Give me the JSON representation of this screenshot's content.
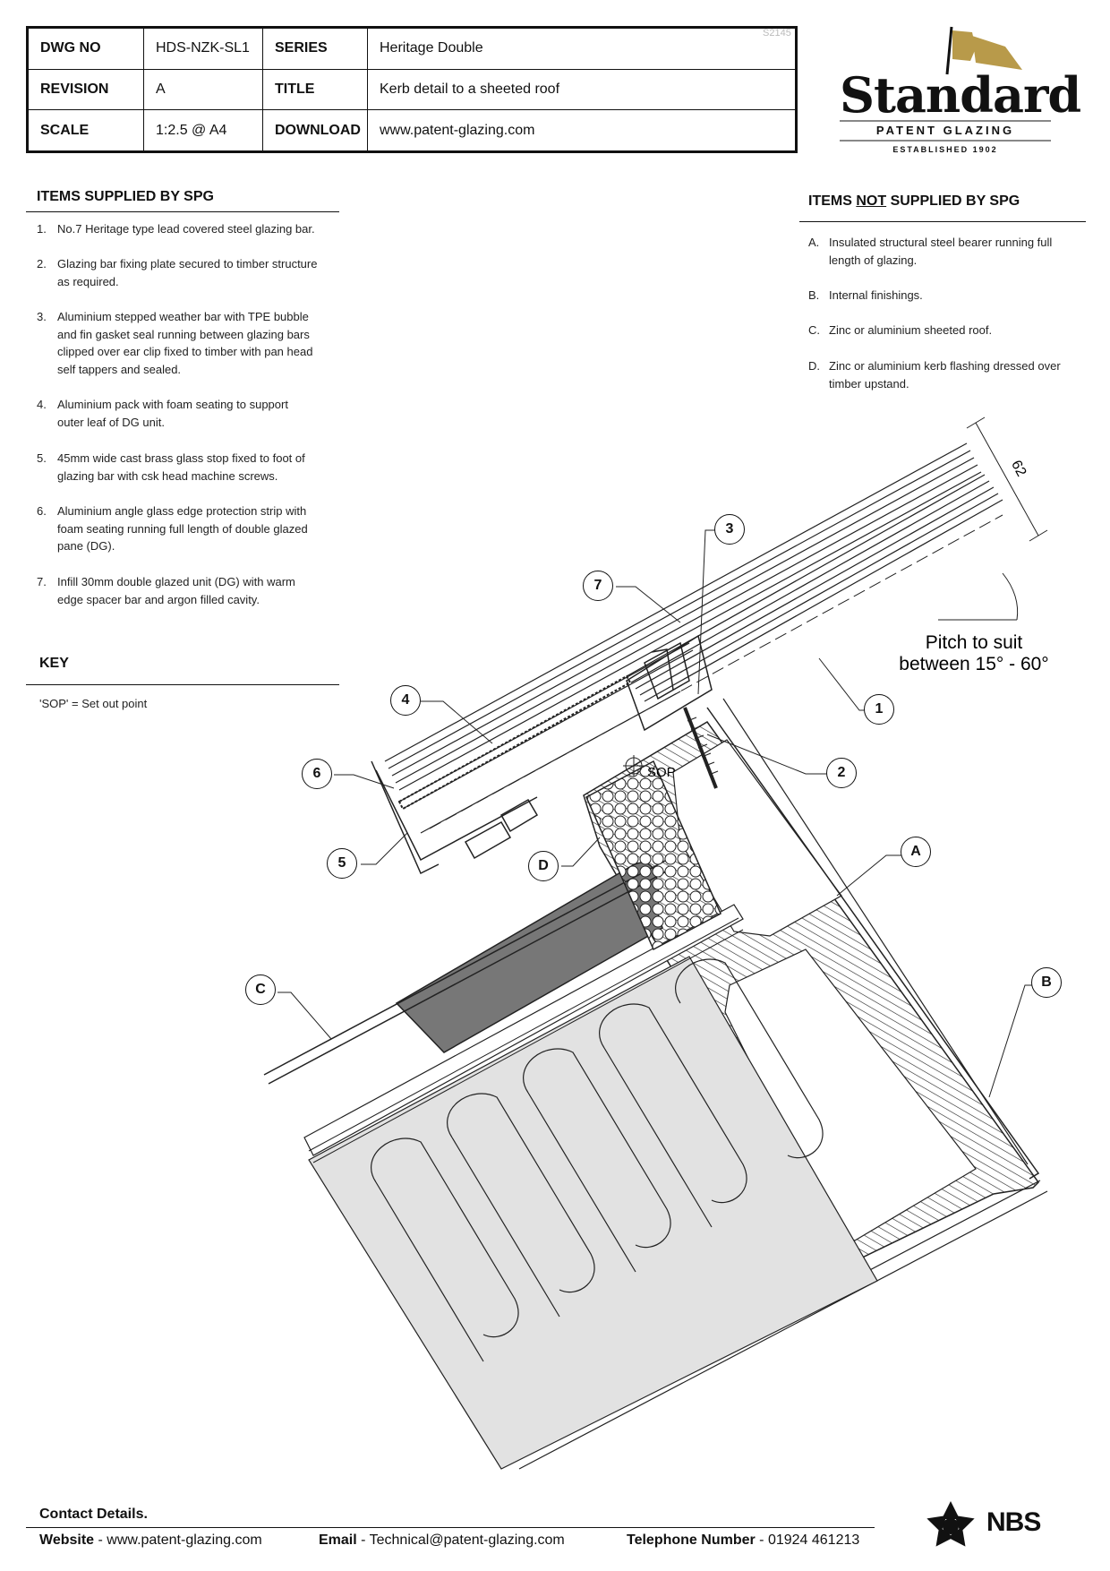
{
  "title_block": {
    "ref_code": "S2145",
    "rows": [
      {
        "label1": "DWG NO",
        "value1": "HDS-NZK-SL1",
        "label2": "SERIES",
        "value2": "Heritage Double"
      },
      {
        "label1": "REVISION",
        "value1": "A",
        "label2": "TITLE",
        "value2": "Kerb detail to a sheeted roof"
      },
      {
        "label1": "SCALE",
        "value1": "1:2.5 @ A4",
        "label2": "DOWNLOAD",
        "value2": "www.patent-glazing.com"
      }
    ]
  },
  "logo": {
    "word": "Standard",
    "subtitle": "PATENT GLAZING",
    "established": "ESTABLISHED 1902",
    "accent_color": "#b89a4a"
  },
  "supplied": {
    "heading": "ITEMS SUPPLIED BY SPG",
    "items": [
      {
        "num": "1.",
        "lines": [
          "No.7 Heritage type lead covered steel glazing bar."
        ]
      },
      {
        "num": "2.",
        "lines": [
          "Glazing bar fixing plate secured to timber structure",
          "as required."
        ]
      },
      {
        "num": "3.",
        "lines": [
          "Aluminium stepped weather bar with TPE bubble",
          "and fin gasket seal running between glazing bars",
          "clipped over ear clip fixed to timber with pan head",
          "self tappers and sealed."
        ]
      },
      {
        "num": "4.",
        "lines": [
          "Aluminium pack with foam seating to support",
          "outer leaf of DG unit."
        ]
      },
      {
        "num": "5.",
        "lines": [
          "45mm wide cast brass glass stop fixed to foot of",
          "glazing bar with csk head machine screws."
        ]
      },
      {
        "num": "6.",
        "lines": [
          "Aluminium angle glass edge protection strip with",
          "foam seating running full length of double glazed",
          "pane (DG)."
        ]
      },
      {
        "num": "7.",
        "lines": [
          "Infill 30mm double glazed unit (DG) with warm",
          "edge spacer bar and argon filled cavity."
        ]
      }
    ]
  },
  "not_supplied": {
    "heading_pre": "ITEMS ",
    "heading_not": "NOT",
    "heading_post": " SUPPLIED BY SPG",
    "items": [
      {
        "num": "A.",
        "lines": [
          "Insulated structural steel bearer running full",
          "length of glazing."
        ]
      },
      {
        "num": "B.",
        "lines": [
          "Internal finishings."
        ]
      },
      {
        "num": "C.",
        "lines": [
          "Zinc or aluminium sheeted roof."
        ]
      },
      {
        "num": "D.",
        "lines": [
          "Zinc or aluminium kerb flashing dressed over",
          "timber upstand."
        ]
      }
    ]
  },
  "key": {
    "heading": "KEY",
    "text": "'SOP' = Set out point"
  },
  "drawing": {
    "dimension": "62",
    "pitch_line1": "Pitch to suit",
    "pitch_line2": "between 15° - 60°",
    "sop_label": "SOP",
    "callouts": {
      "c1": "1",
      "c2": "2",
      "c3": "3",
      "c4": "4",
      "c5": "5",
      "c6": "6",
      "c7": "7",
      "cA": "A",
      "cB": "B",
      "cC": "C",
      "cD": "D"
    }
  },
  "footer": {
    "contact_heading": "Contact Details.",
    "website_label": "Website",
    "website": "www.patent-glazing.com",
    "email_label": "Email",
    "email": "Technical@patent-glazing.com",
    "phone_label": "Telephone Number",
    "phone": "01924 461213",
    "nbs": "NBS"
  }
}
